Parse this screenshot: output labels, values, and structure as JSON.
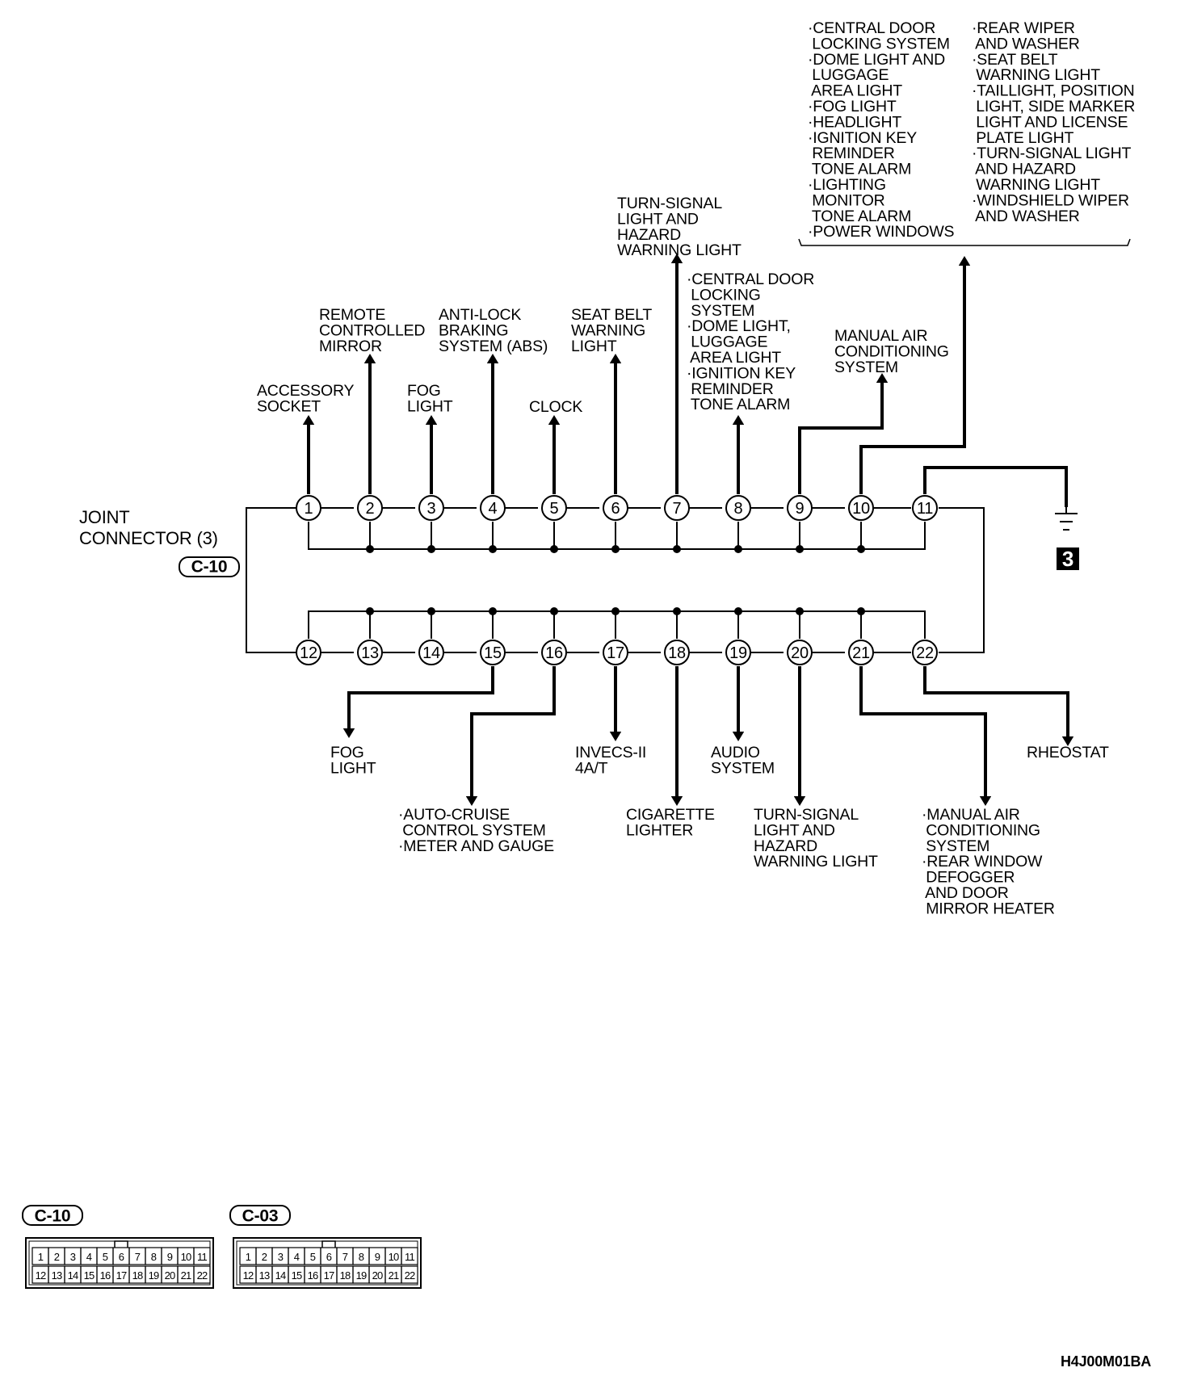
{
  "connector": {
    "name_lines": [
      "JOINT",
      "CONNECTOR (3)"
    ],
    "code": "C-10"
  },
  "pins": [
    "1",
    "2",
    "3",
    "4",
    "5",
    "6",
    "7",
    "8",
    "9",
    "10",
    "11",
    "12",
    "13",
    "14",
    "15",
    "16",
    "17",
    "18",
    "19",
    "20",
    "21",
    "22"
  ],
  "top_labels": {
    "pin1": [
      "ACCESSORY",
      "SOCKET"
    ],
    "pin2": [
      "REMOTE",
      "CONTROLLED",
      "MIRROR"
    ],
    "pin3": [
      "FOG",
      "LIGHT"
    ],
    "pin4": [
      "ANTI-LOCK",
      "BRAKING",
      "SYSTEM (ABS)"
    ],
    "pin5": [
      "CLOCK"
    ],
    "pin6": [
      "SEAT BELT",
      "WARNING",
      "LIGHT"
    ],
    "pin7": [
      "TURN-SIGNAL",
      "LIGHT AND",
      "HAZARD",
      "WARNING LIGHT"
    ],
    "pin8": [
      "·CENTRAL DOOR",
      " LOCKING",
      " SYSTEM",
      "·DOME LIGHT,",
      " LUGGAGE",
      " AREA LIGHT",
      "·IGNITION KEY",
      " REMINDER",
      " TONE ALARM"
    ],
    "pin9": [
      "MANUAL AIR",
      "CONDITIONING",
      "SYSTEM"
    ],
    "pin10_col1": [
      "·CENTRAL DOOR",
      " LOCKING SYSTEM",
      "·DOME LIGHT AND",
      " LUGGAGE",
      " AREA LIGHT",
      "·FOG LIGHT",
      "·HEADLIGHT",
      "·IGNITION KEY",
      " REMINDER",
      " TONE ALARM",
      "·LIGHTING",
      " MONITOR",
      " TONE ALARM",
      "·POWER WINDOWS"
    ],
    "pin10_col2": [
      "·REAR WIPER",
      " AND WASHER",
      "·SEAT BELT",
      " WARNING LIGHT",
      "·TAILLIGHT, POSITION",
      " LIGHT, SIDE MARKER",
      " LIGHT AND LICENSE",
      " PLATE LIGHT",
      "·TURN-SIGNAL LIGHT",
      " AND HAZARD",
      " WARNING LIGHT",
      "·WINDSHIELD WIPER",
      " AND WASHER"
    ]
  },
  "ground": {
    "number": "3"
  },
  "bottom_labels": {
    "pin15": [
      "FOG",
      "LIGHT"
    ],
    "pin16": [
      "·AUTO-CRUISE",
      " CONTROL SYSTEM",
      "·METER AND GAUGE"
    ],
    "pin17": [
      "INVECS-II",
      "4A/T"
    ],
    "pin18": [
      "CIGARETTE",
      "LIGHTER"
    ],
    "pin19": [
      "AUDIO",
      "SYSTEM"
    ],
    "pin20": [
      "TURN-SIGNAL",
      "LIGHT AND",
      "HAZARD",
      "WARNING LIGHT"
    ],
    "pin21": [
      "·MANUAL AIR",
      " CONDITIONING",
      " SYSTEM",
      "·REAR WINDOW",
      " DEFOGGER",
      " AND DOOR",
      " MIRROR HEATER"
    ],
    "pin22": [
      "RHEOSTAT"
    ]
  },
  "connector_views": [
    {
      "code": "C-10",
      "row1": [
        "1",
        "2",
        "3",
        "4",
        "5",
        "6",
        "7",
        "8",
        "9",
        "10",
        "11"
      ],
      "row2": [
        "12",
        "13",
        "14",
        "15",
        "16",
        "17",
        "18",
        "19",
        "20",
        "21",
        "22"
      ]
    },
    {
      "code": "C-03",
      "row1": [
        "1",
        "2",
        "3",
        "4",
        "5",
        "6",
        "7",
        "8",
        "9",
        "10",
        "11"
      ],
      "row2": [
        "12",
        "13",
        "14",
        "15",
        "16",
        "17",
        "18",
        "19",
        "20",
        "21",
        "22"
      ]
    }
  ],
  "figure_id": "H4J00M01BA"
}
